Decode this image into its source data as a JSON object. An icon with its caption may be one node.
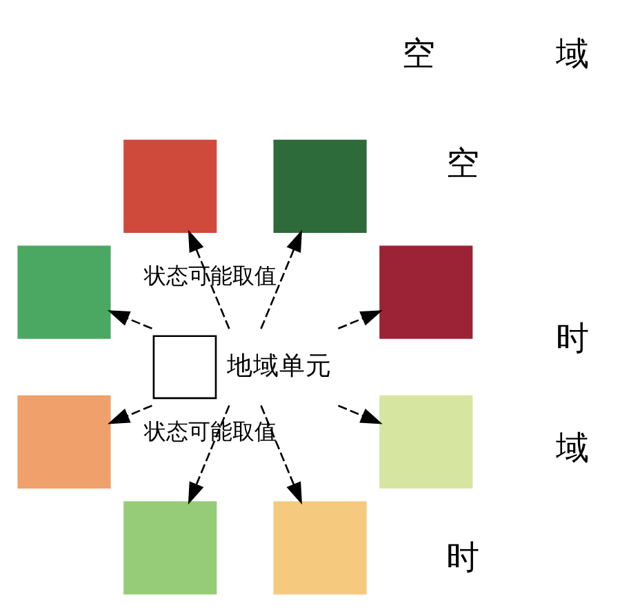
{
  "diagram": {
    "nodes": [
      {
        "text": [],
        "shape": "box",
        "beside": [
          "地域单元"
        ]
      },
      {
        "text": [],
        "shape": "box"
      },
      {
        "text": [],
        "shape": "box"
      },
      {
        "text": [],
        "shape": "box"
      },
      {
        "text": [],
        "shape": "box"
      },
      {
        "text": [],
        "shape": "box"
      },
      {
        "text": [],
        "shape": "box"
      },
      {
        "text": [],
        "shape": "box"
      },
      {
        "text": [],
        "shape": "box"
      }
    ],
    "edges": [
      {
        "from": 0,
        "to": 1,
        "arrow": "to",
        "style": "dashed"
      },
      {
        "from": 0,
        "to": 2,
        "arrow": "to",
        "style": "dashed",
        "label": "状态可能取值"
      },
      {
        "from": 0,
        "to": 3,
        "arrow": "to",
        "style": "dashed"
      },
      {
        "from": 0,
        "to": 4,
        "arrow": "to",
        "style": "dashed"
      },
      {
        "from": 0,
        "to": 5,
        "arrow": "to",
        "style": "dashed"
      },
      {
        "from": 0,
        "to": 6,
        "arrow": "to",
        "style": "dashed"
      },
      {
        "from": 0,
        "to": 7,
        "arrow": "to",
        "style": "dashed",
        "label": "状态可能取值"
      },
      {
        "from": 0,
        "to": 8,
        "arrow": "to",
        "style": "dashed"
      }
    ],
    "labels": [
      "空",
      "时",
      "域",
      "时",
      "域",
      "空"
    ]
  }
}
